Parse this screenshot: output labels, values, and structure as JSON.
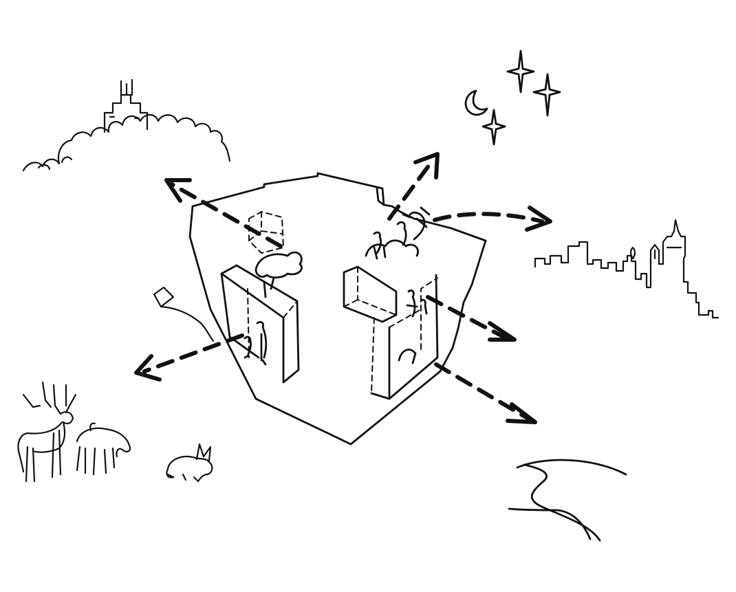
{
  "canvas_background": "#ffffff",
  "ink_color": "#111111",
  "scene_elements": [
    "forest-hill-with-castle",
    "moon-and-stars",
    "city-skyline",
    "winding-river",
    "deer-and-animals",
    "rabbit",
    "kite",
    "cube-building",
    "view-arrows"
  ]
}
